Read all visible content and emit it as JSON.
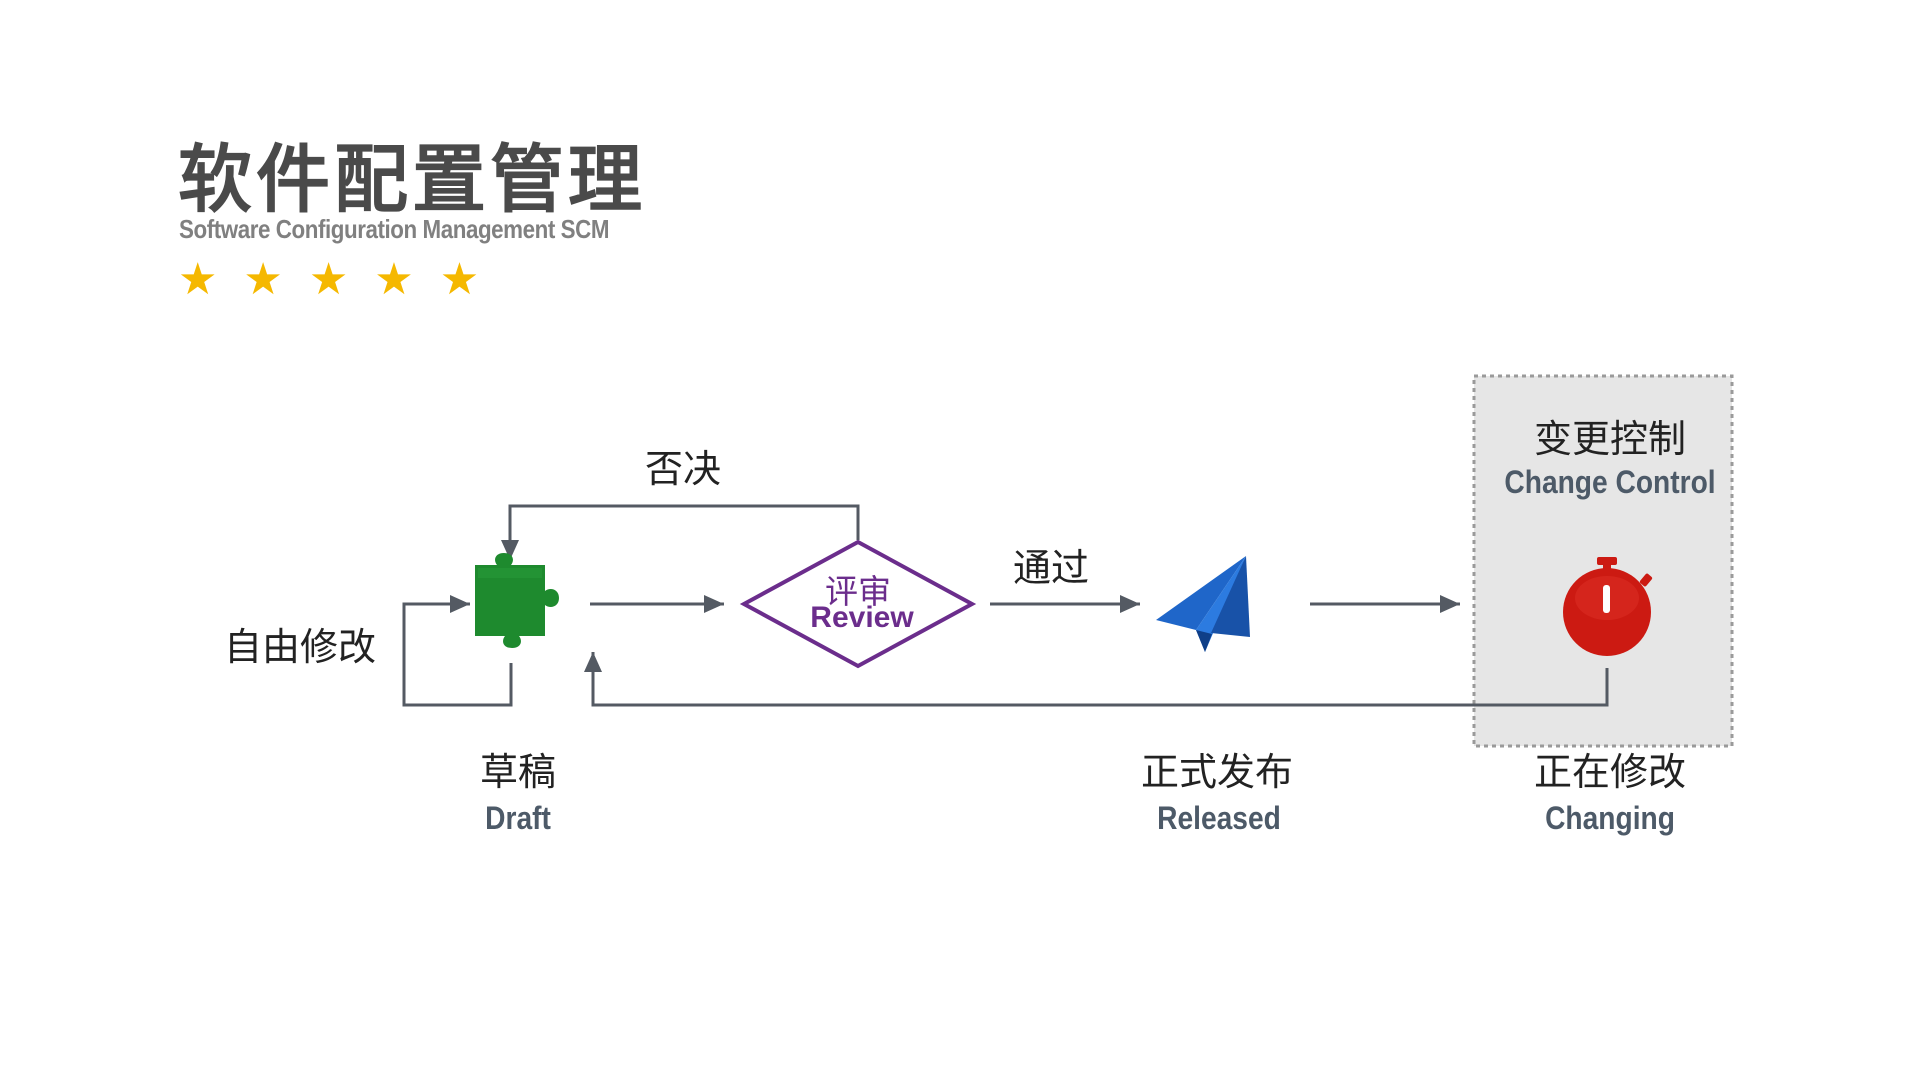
{
  "header": {
    "title": "软件配置管理",
    "subtitle": "Software Configuration Management  SCM",
    "stars": "★ ★ ★ ★ ★"
  },
  "nodes": {
    "draft": {
      "cn": "草稿",
      "en": "Draft",
      "icon": "puzzle-piece-icon",
      "color": "#1e8a2e"
    },
    "review": {
      "cn": "评审",
      "en": "Review",
      "color": "#6b2d8c"
    },
    "released": {
      "cn": "正式发布",
      "en": "Released",
      "icon": "paper-plane-icon",
      "color": "#1f66c9"
    },
    "changing": {
      "cn": "正在修改",
      "en": "Changing",
      "icon": "stopwatch-icon",
      "color": "#cc1a12"
    }
  },
  "edges": {
    "free_edit": "自由修改",
    "rejected": "否决",
    "passed": "通过"
  },
  "change_control": {
    "cn": "变更控制",
    "en": "Change Control",
    "box_color": "#e6e6e6"
  },
  "colors": {
    "arrow": "#545a63",
    "title": "#4a4a4a",
    "star": "#f5b800"
  }
}
